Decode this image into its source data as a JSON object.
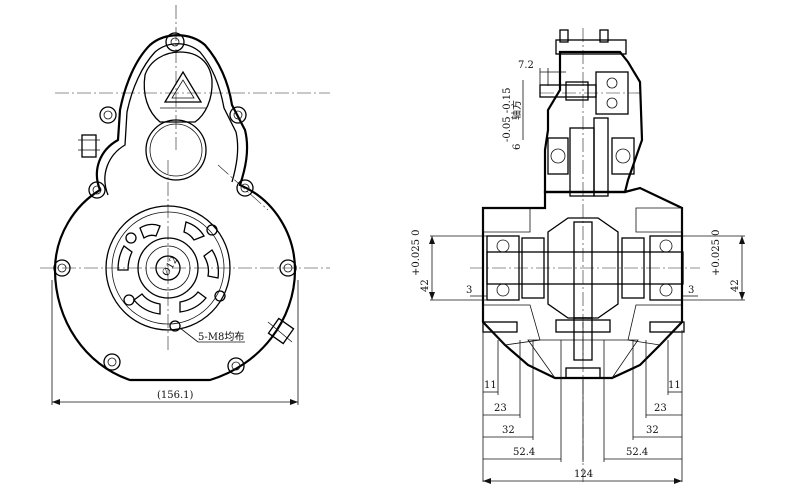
{
  "front_view": {
    "label_width": "(156.1)",
    "label_bolts": "5-M8均布"
  },
  "side_view": {
    "label_keyway_top": "7.2",
    "label_keyway_tol": "6",
    "label_keyway_tol_values": "-0.05 -0.15",
    "label_keyway_suffix": "轴方",
    "label_bore_left": "42",
    "label_bore_left_tol": "+0.025 0",
    "label_bore_right": "42",
    "label_bore_right_tol": "+0.025 0",
    "label_chamfer_left": "3",
    "label_chamfer_right": "3",
    "dims_left": [
      "11",
      "23",
      "32",
      "52.4"
    ],
    "dims_right": [
      "11",
      "23",
      "32",
      "52.4"
    ],
    "label_total": "124"
  }
}
